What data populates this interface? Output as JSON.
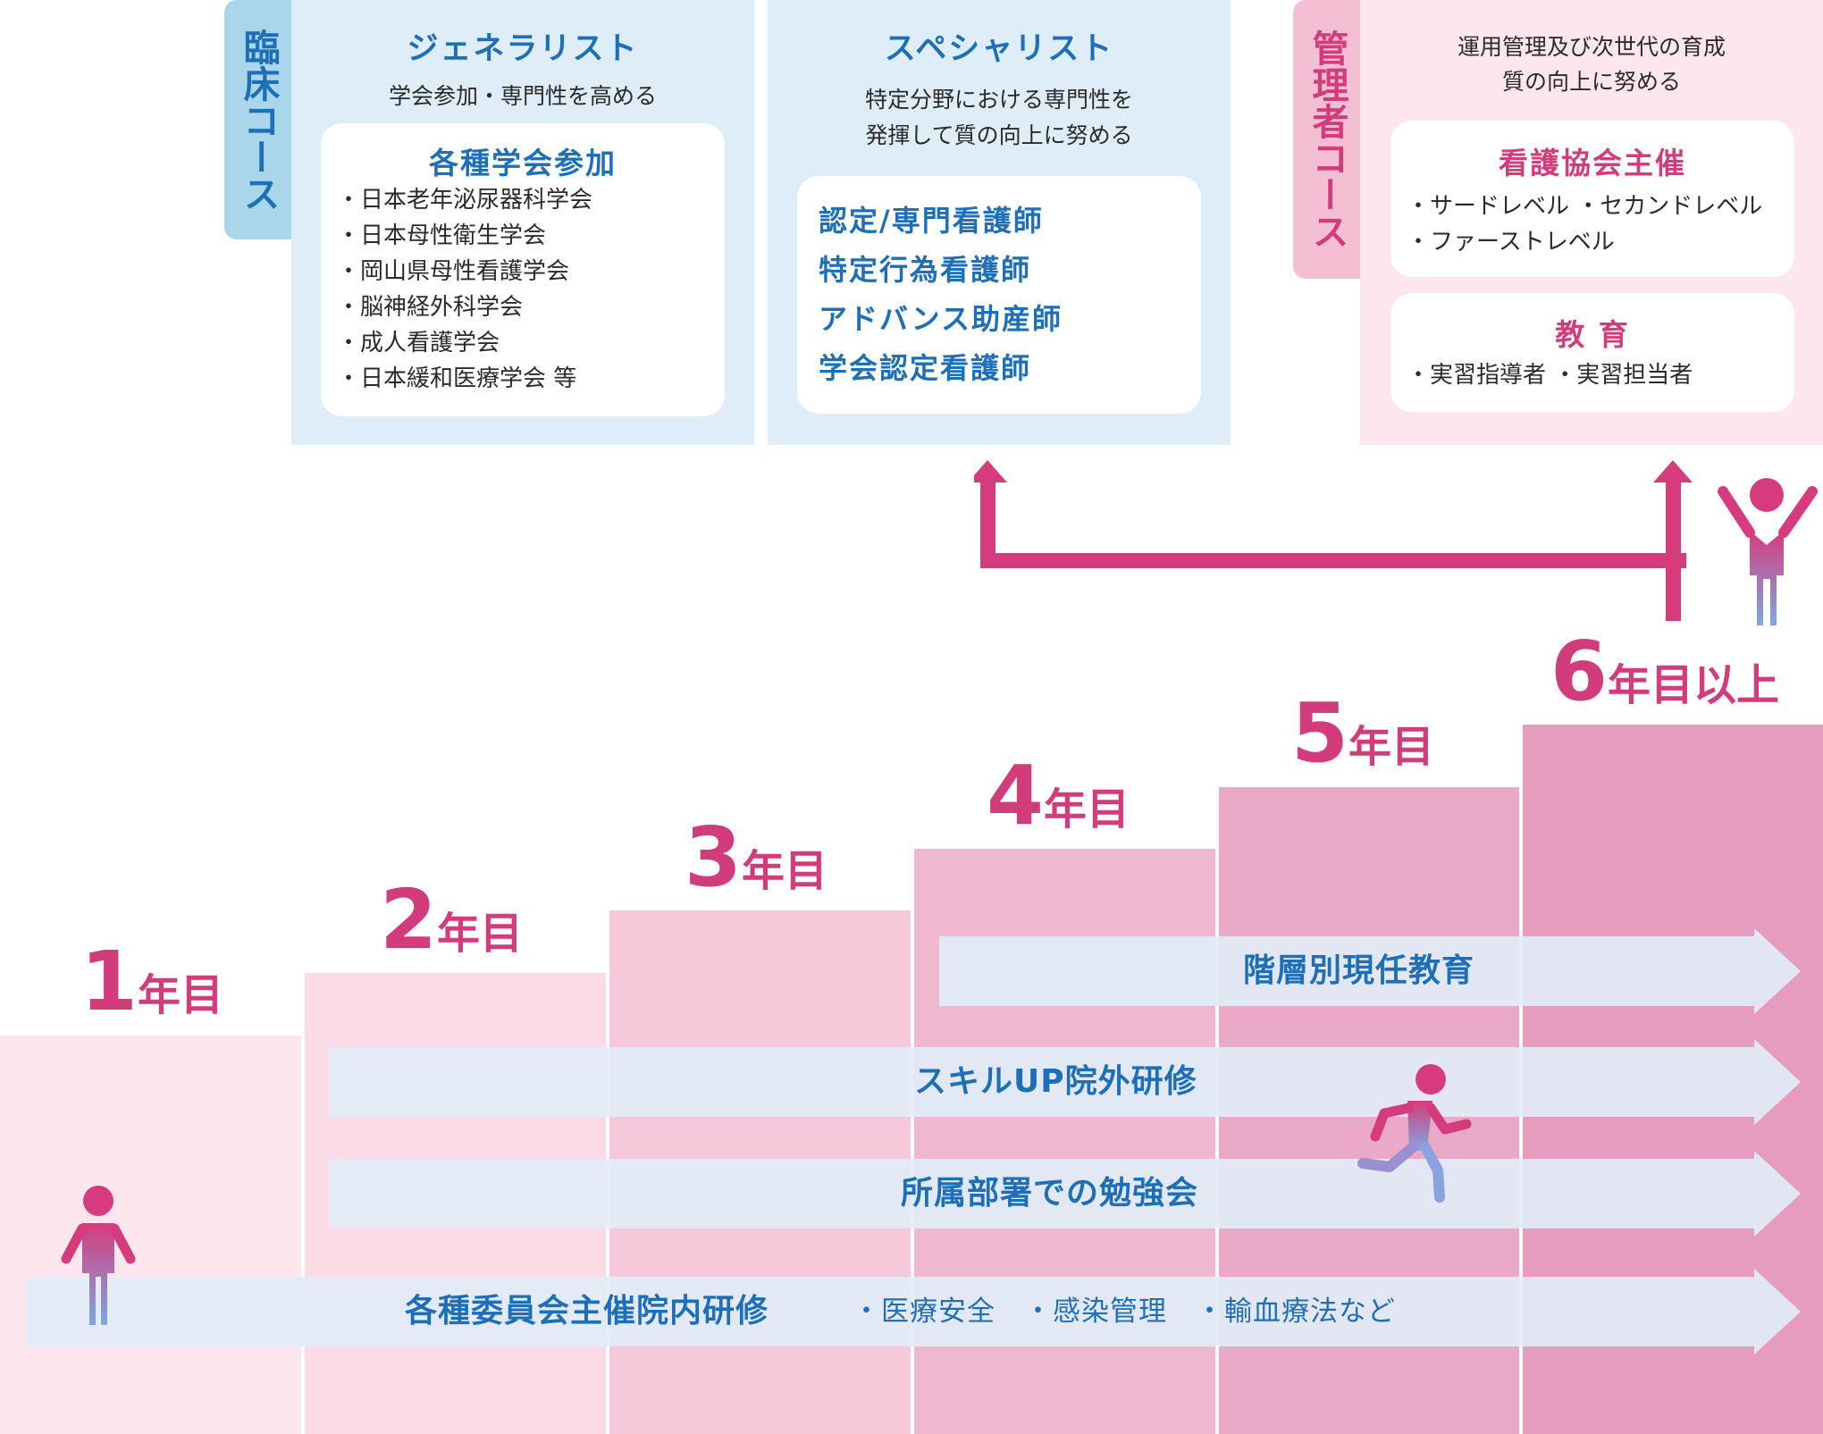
{
  "colors": {
    "accent_pink": "#d23b7c",
    "accent_blue": "#1d6fb8",
    "panel_blue": "#deedf7",
    "panel_pink": "#fde6ee"
  },
  "clinical_course": {
    "tab_label": "臨床コース",
    "generalist": {
      "title": "ジェネラリスト",
      "subtitle": "学会参加・専門性を高める",
      "card_title": "各種学会参加",
      "items": [
        "・日本老年泌尿器科学会",
        "・日本母性衛生学会",
        "・岡山県母性看護学会",
        "・脳神経外科学会",
        "・成人看護学会",
        "・日本緩和医療学会 等"
      ]
    },
    "specialist": {
      "title": "スペシャリスト",
      "subtitle": [
        "特定分野における専門性を",
        "発揮して質の向上に努める"
      ],
      "items": [
        "認定/専門看護師",
        "特定行為看護師",
        "アドバンス助産師",
        "学会認定看護師"
      ]
    }
  },
  "manager_course": {
    "tab_label": "管理者コース",
    "subtitle": [
      "運用管理及び次世代の育成",
      "質の向上に努める"
    ],
    "nursing_assoc": {
      "title": "看護協会主催",
      "lines": [
        "・サードレベル ・セカンドレベル",
        "・ファーストレベル"
      ]
    },
    "education": {
      "title": "教 育",
      "lines": [
        "・実習指導者 ・実習担当者"
      ]
    }
  },
  "steps": [
    {
      "num": "1",
      "suffix": "年目",
      "color": "#fde6ee"
    },
    {
      "num": "2",
      "suffix": "年目",
      "color": "#fadbe6"
    },
    {
      "num": "3",
      "suffix": "年目",
      "color": "#f5c9da"
    },
    {
      "num": "4",
      "suffix": "年目",
      "color": "#efb8cf"
    },
    {
      "num": "5",
      "suffix": "年目",
      "color": "#eaa9c6"
    },
    {
      "num": "6",
      "suffix": "年目以上",
      "color": "#e59cbd"
    }
  ],
  "programs": [
    {
      "label": "階層別現任教育"
    },
    {
      "label": "スキルUP院外研修"
    },
    {
      "label": "所属部署での勉強会"
    },
    {
      "label": "各種委員会主催院内研修",
      "extra": "・医療安全　・感染管理　・輸血療法など"
    }
  ],
  "icons": {
    "figure_standing": "person-standing-icon",
    "figure_running": "person-running-icon",
    "figure_cheering": "person-cheering-icon"
  }
}
